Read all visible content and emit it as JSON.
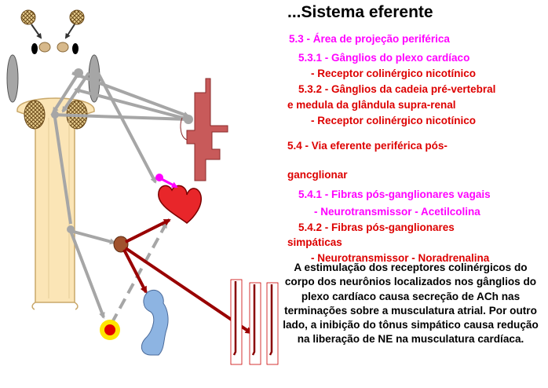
{
  "title": "...Sistema eferente",
  "outline": {
    "s53": "5.3 - Área de projeção periférica",
    "s531": "5.3.1 - Gânglios do plexo cardíaco",
    "s531_recep": "- Receptor colinérgico nicotínico",
    "s532_a": "5.3.2 - Gânglios da cadeia pré-vertebral",
    "s532_b": "e medula da glândula supra-renal",
    "s532_recep": "- Receptor colinérgico nicotínico",
    "s54_a": "5.4 - Via eferente periférica pós-",
    "s54_b": "gancglionar",
    "s541": "5.4.1 - Fibras pós-ganglionares vagais",
    "s541_nt": "- Neurotransmissor - Acetilcolina",
    "s542_a": "5.4.2 - Fibras pós-ganglionares",
    "s542_b": "simpáticas",
    "s542_nt": "- Neurotransmissor - Noradrenalina"
  },
  "paragraph": "A estimulação dos receptores colinérgicos do corpo dos neurônios localizados nos gânglios do plexo cardíaco causa secreção de ACh nas terminações sobre a musculatura atrial. Por outro lado, a inibição do tônus simpático causa redução na liberação de NE na musculatura cardíaca.",
  "colors": {
    "heading_magenta": "#ff00ff",
    "heading_red": "#dd0000",
    "pathway_gray": "#a6a6a6",
    "sympathetic_red": "#990000",
    "heart_red": "#e8262a",
    "spinal_cord": "#fbe5b6",
    "vessel": "#c85a5a",
    "vein_blue": "#8db4e2"
  }
}
